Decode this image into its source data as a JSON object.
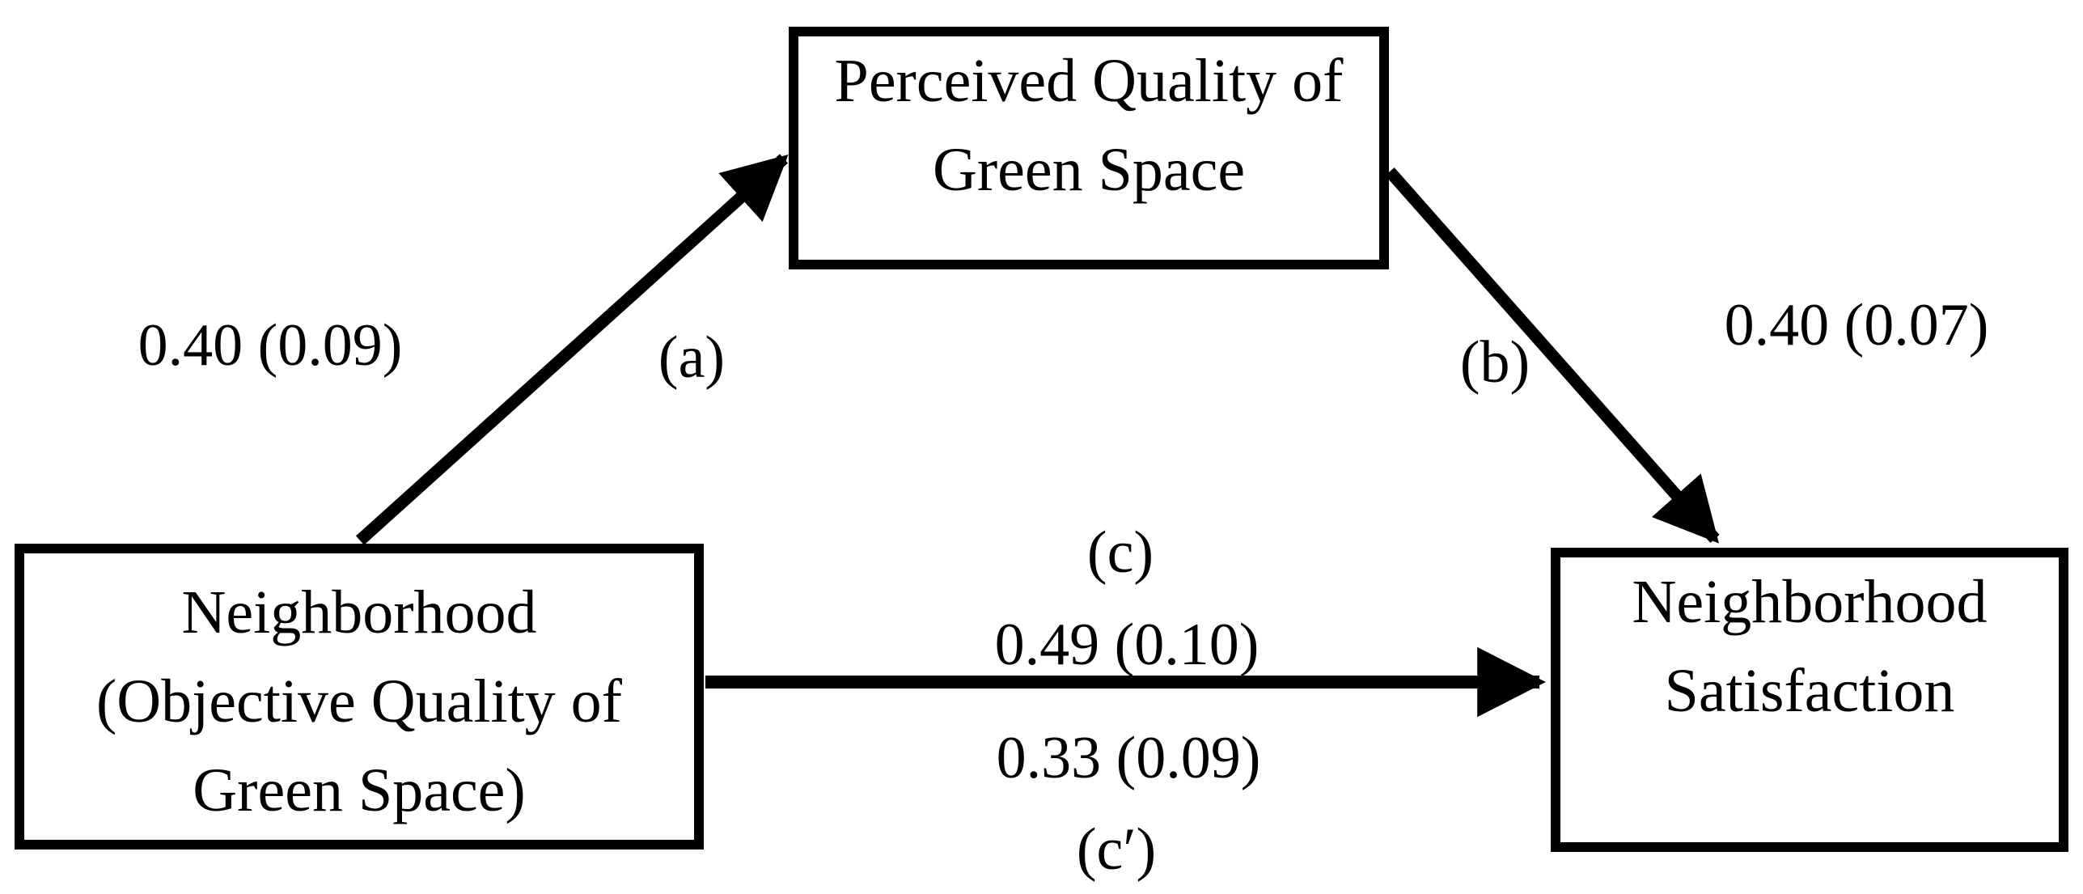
{
  "boxes": {
    "mediator": {
      "lines": [
        "Perceived Quality of",
        "Green Space"
      ]
    },
    "predictor": {
      "lines": [
        "Neighborhood",
        "(Objective Quality of",
        "Green Space)"
      ]
    },
    "outcome": {
      "lines": [
        "Neighborhood",
        "Satisfaction"
      ]
    }
  },
  "paths": {
    "a": {
      "label": "(a)",
      "coefficient": "0.40 (0.09)"
    },
    "b": {
      "label": "(b)",
      "coefficient": "0.40 (0.07)"
    },
    "c": {
      "label": "(c)",
      "coefficient": "0.49 (0.10)"
    },
    "c_prime": {
      "label": "(c′)",
      "coefficient": "0.33 (0.09)"
    }
  },
  "colors": {
    "line": "#000000",
    "background": "#ffffff"
  }
}
